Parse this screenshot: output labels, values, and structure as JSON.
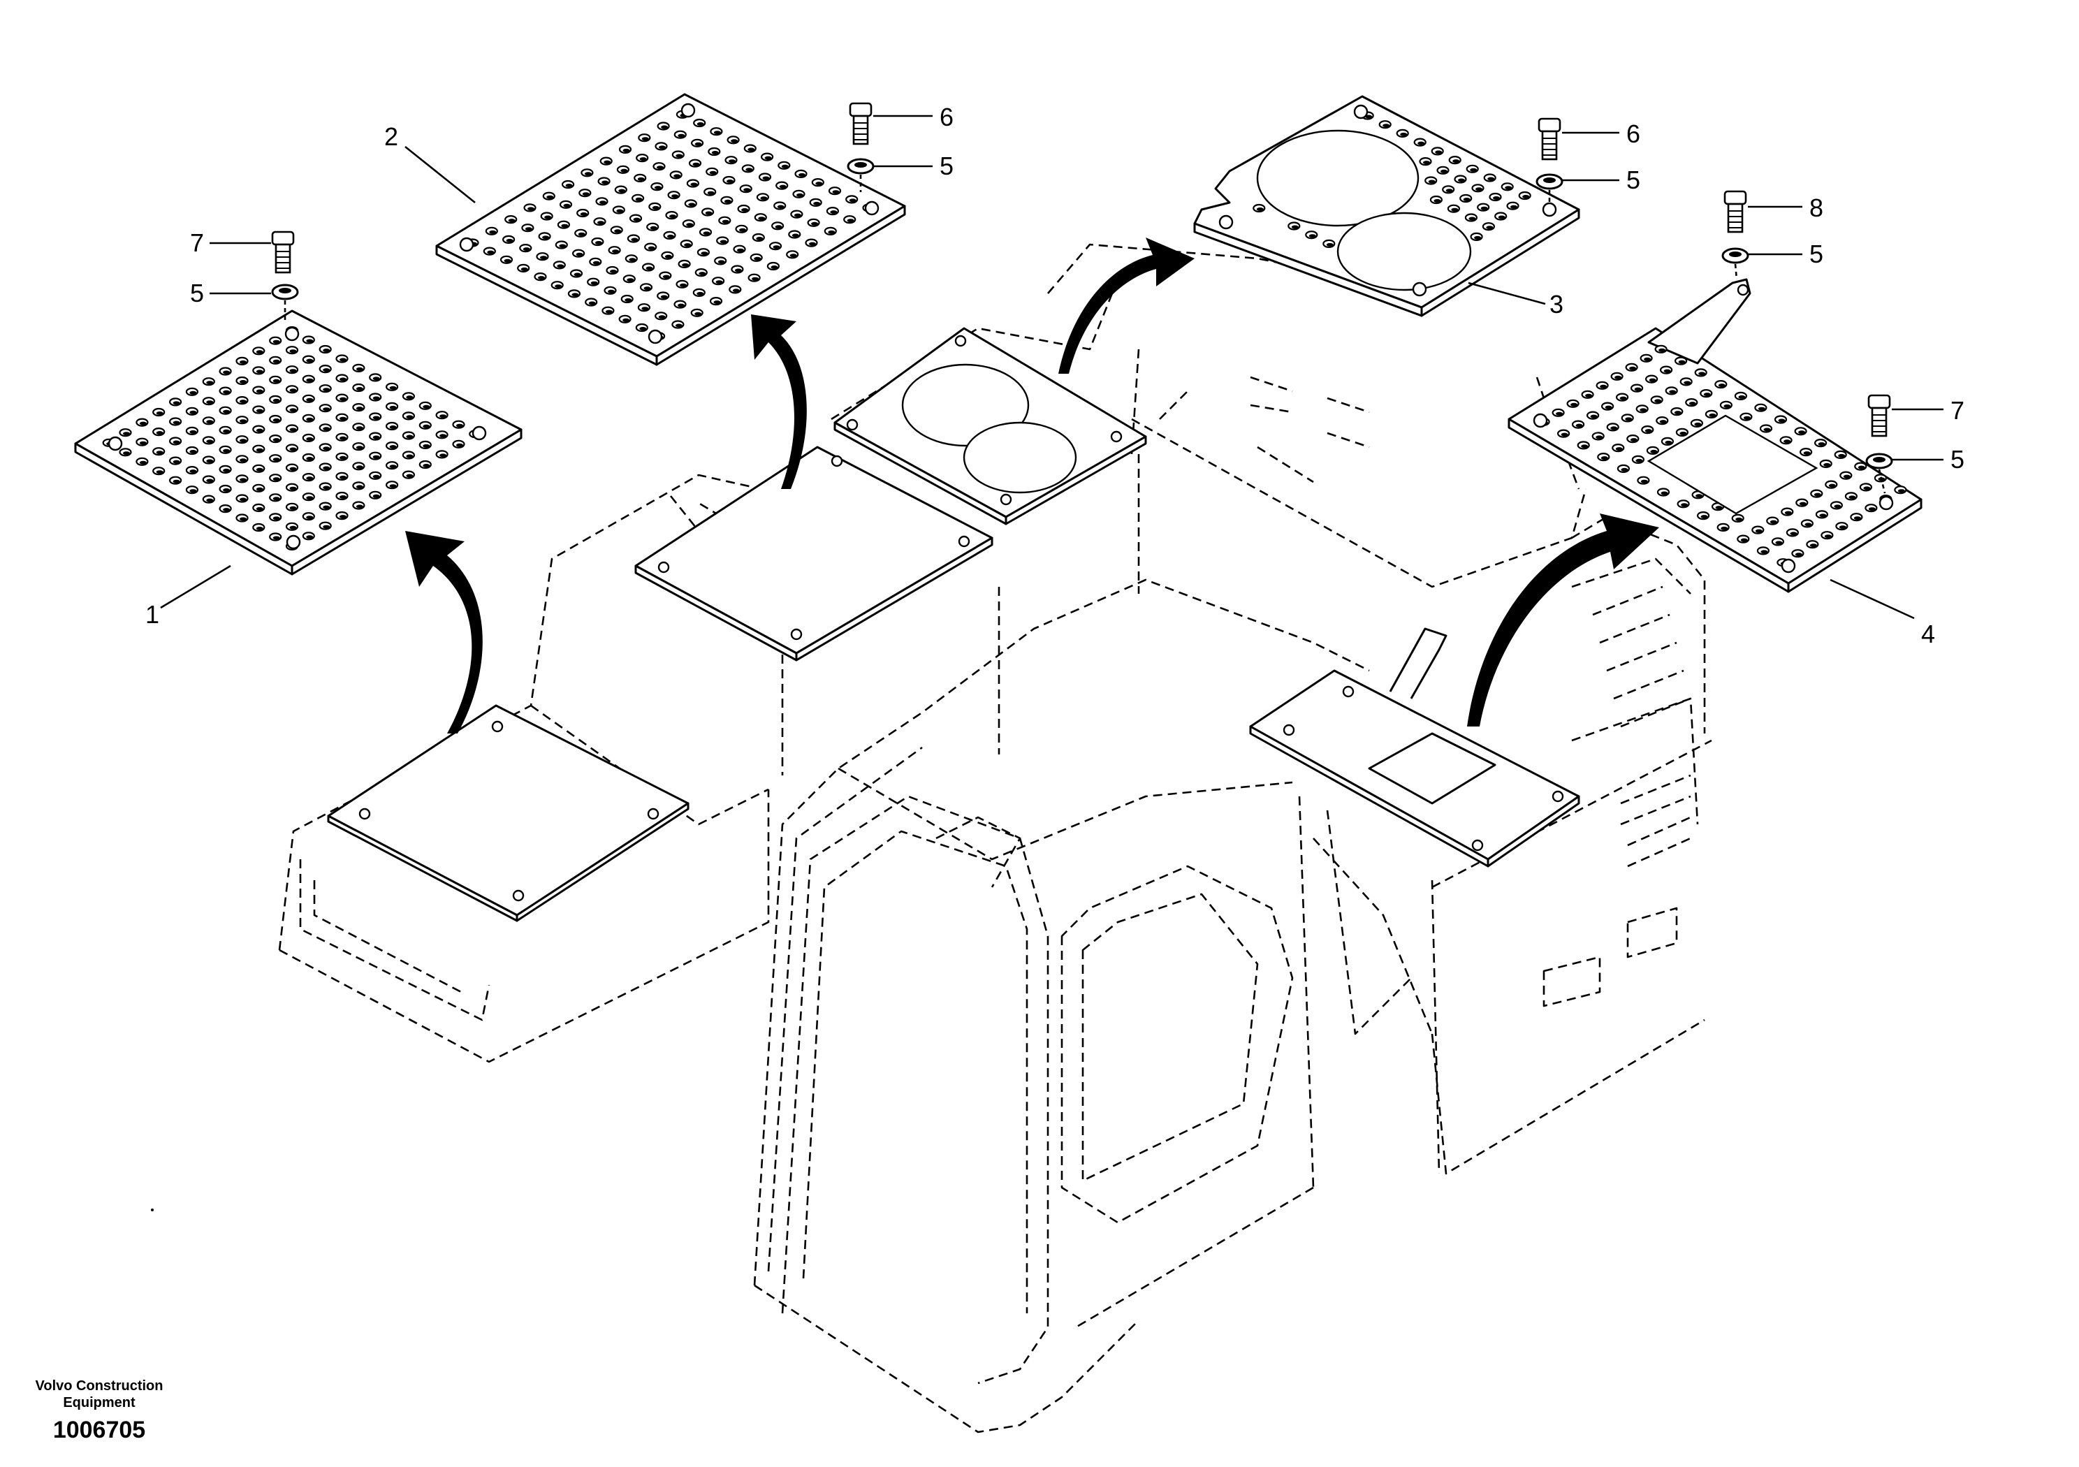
{
  "drawing": {
    "publisher_line1": "Volvo Construction",
    "publisher_line2": "Equipment",
    "drawing_number": "1006705"
  },
  "callouts": {
    "plate_1": "1",
    "plate_2": "2",
    "plate_3": "3",
    "plate_4": "4",
    "washer_5a": "5",
    "washer_5b": "5",
    "washer_5c": "5",
    "washer_5d": "5",
    "washer_5e": "5",
    "bolt_6a": "6",
    "bolt_6b": "6",
    "bolt_7a": "7",
    "bolt_7b": "7",
    "bolt_8": "8"
  }
}
